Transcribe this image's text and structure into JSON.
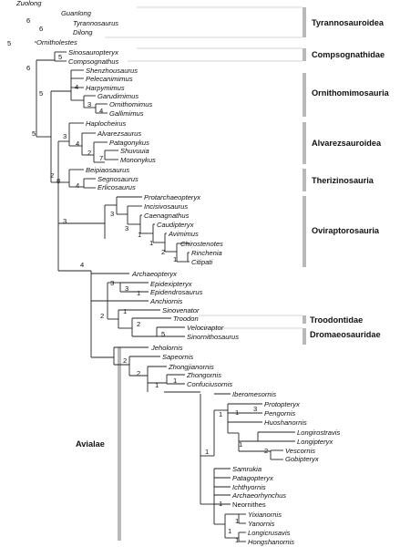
{
  "taxa": [
    "Zuolong",
    "Guanlong",
    "Tyrannosaurus",
    "Dilong",
    "Ornitholestes",
    "Sinosauropteryx",
    "Compsognathus",
    "Shenzhousaurus",
    "Pelecanimimus",
    "Harpymimus",
    "Garudimimus",
    "Ornithomimus",
    "Gallimimus",
    "Haplocheirus",
    "Alvarezsaurus",
    "Patagonykus",
    "Shuvuuia",
    "Mononykus",
    "Beipiaosaurus",
    "Segnosaurus",
    "Erlicosaurus",
    "Protarchaeopteryx",
    "Incisivosaurus",
    "Caenagnathus",
    "Caudipteryx",
    "Avimimus",
    "Chirostenotes",
    "Rinchenia",
    "Citipati",
    "Archaeopteryx",
    "Epidexipteryx",
    "Epidendrosaurus",
    "Anchiornis",
    "Sinovenator",
    "Troodon",
    "Velociraptor",
    "Sinornithosaurus",
    "Jeholornis",
    "Sapeornis",
    "Zhongjianornis",
    "Zhongornis",
    "Confuciusornis",
    "Iberomesornis",
    "Protopteryx",
    "Pengornis",
    "Huoshanornis",
    "Longirostravis",
    "Longipteryx",
    "Vescornis",
    "Gobipteryx",
    "Samrukia",
    "Patagopteryx",
    "Ichthyornis",
    "Archaeorhynchus",
    "Neornithes",
    "Yixianornis",
    "Yanornis",
    "Longicrusavis",
    "Hongshanornis"
  ],
  "clades": [
    "Tyrannosauroidea",
    "Compsognathidae",
    "Ornithomimosauria",
    "Alvarezsauroidea",
    "Therizinosauria",
    "Oviraptorosauria",
    "Troodontidae",
    "Dromaeosauridae",
    "Avialae"
  ],
  "support_values": [
    "6",
    "6",
    "5",
    "6",
    "5",
    "5",
    "4",
    "5",
    "3",
    "4",
    "3",
    "4",
    "2",
    "7",
    "2",
    "8",
    "4",
    "3",
    "3",
    "3",
    "1",
    "1",
    "2",
    "1",
    "4",
    "3",
    "3",
    "1",
    "2",
    "1",
    "2",
    "5",
    "2",
    "2",
    "1",
    "1",
    "1",
    "1",
    "1",
    "3",
    "1",
    "2",
    "1",
    "1",
    "1",
    "1"
  ],
  "colors": {
    "branch": "#222222",
    "clade_bar": "#b9b9b9",
    "leader": "#c8c8c8"
  }
}
